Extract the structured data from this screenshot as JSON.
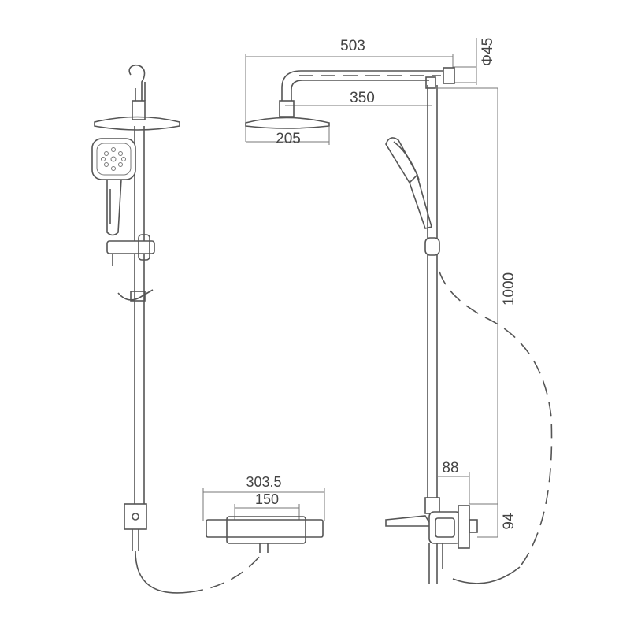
{
  "dimensions": {
    "rail_arm_length": "503",
    "pipe_diameter": "Φ45",
    "arm_reach": "350",
    "head_diameter": "205",
    "rail_height": "1000",
    "mixer_width": "303.5",
    "mixer_inner_width": "150",
    "spout_offset": "88",
    "spout_height": "94"
  }
}
